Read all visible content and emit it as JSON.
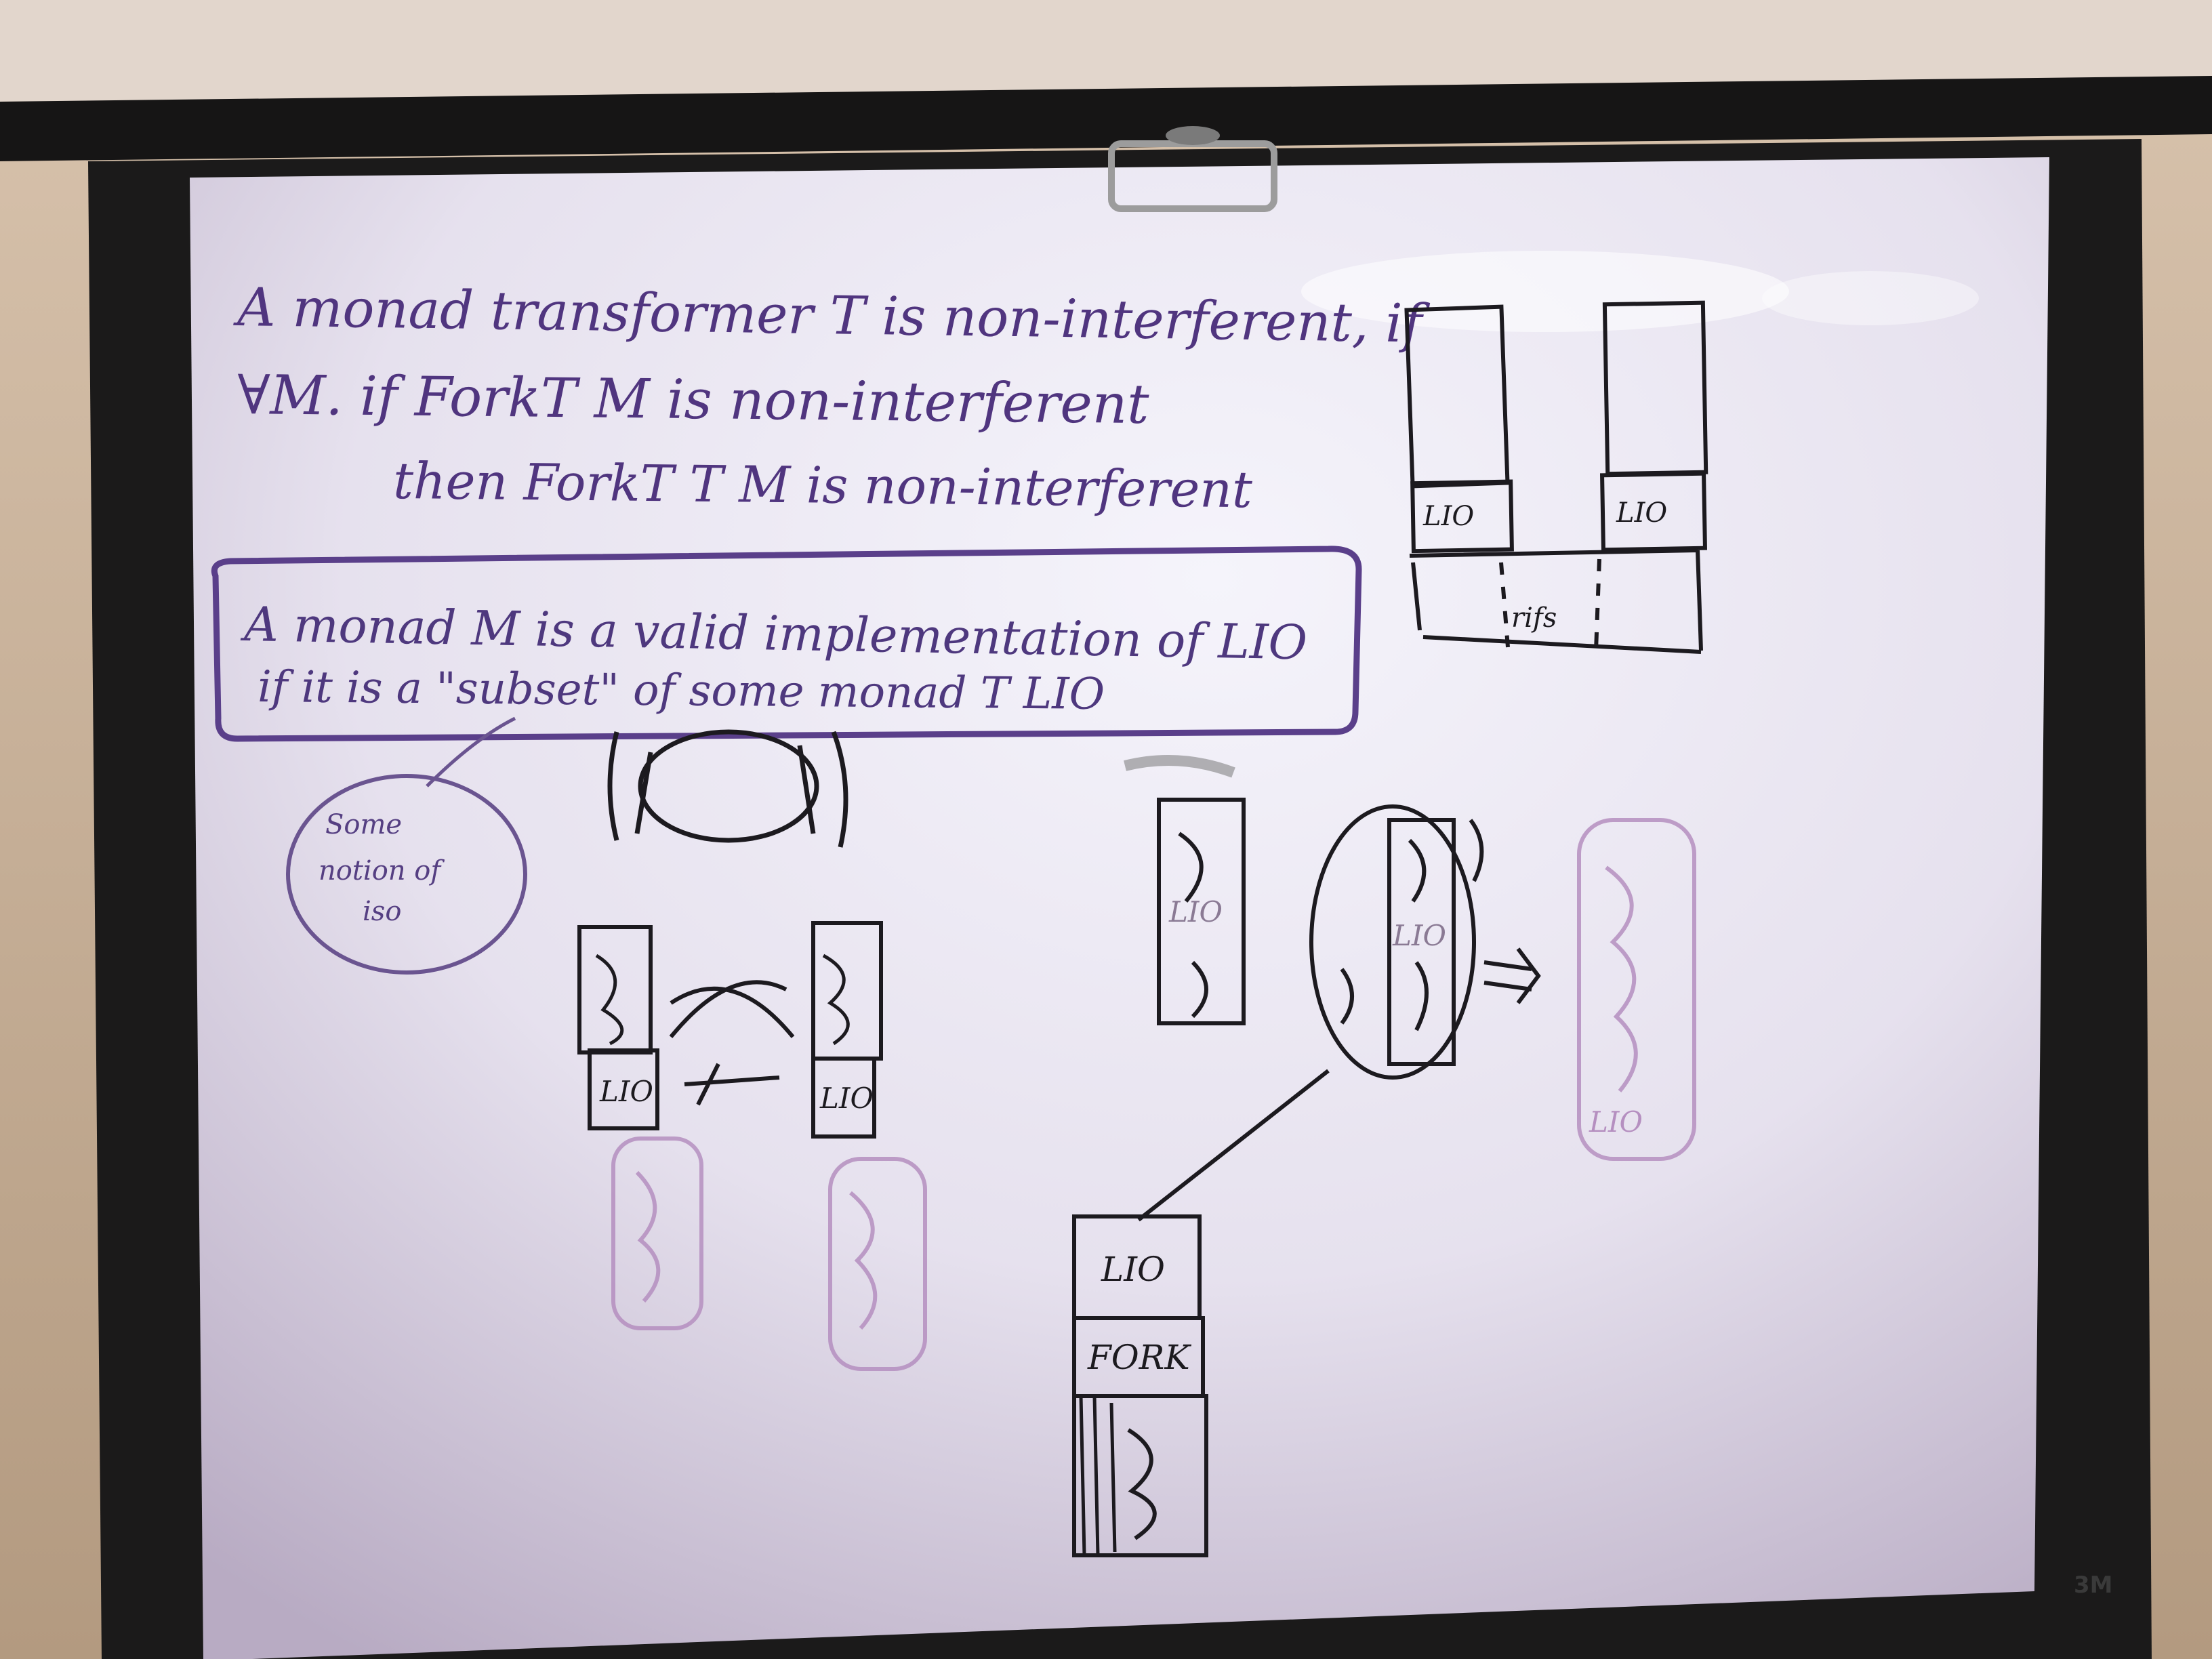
{
  "whiteboard": {
    "brand": "3M",
    "text_lines": {
      "line1": "A monad transformer T is non-interferent, if",
      "line2": "∀M. if ForkT M is non-interferent",
      "line3": "then ForkT T M is non-interferent",
      "boxed1": "A monad M is a valid implementation of LIO",
      "boxed2": "if it is a \"subset\" of some monad T LIO",
      "bubble1": "Some",
      "bubble2": "notion of",
      "bubble3": "iso"
    },
    "box_labels": {
      "lio": "LIO",
      "rifs": "rifs",
      "fork": "FORK"
    }
  },
  "colors": {
    "frame": "#1b1a1a",
    "wall": "#cdb49c",
    "board_light": "#f1eff8",
    "board_shadow": "#b2a5be",
    "ink_black": "#1c1a1f",
    "ink_purple": "#5a3f8a",
    "ink_faded_purple": "#b58fc0",
    "ink_grey": "#8a7a94"
  }
}
